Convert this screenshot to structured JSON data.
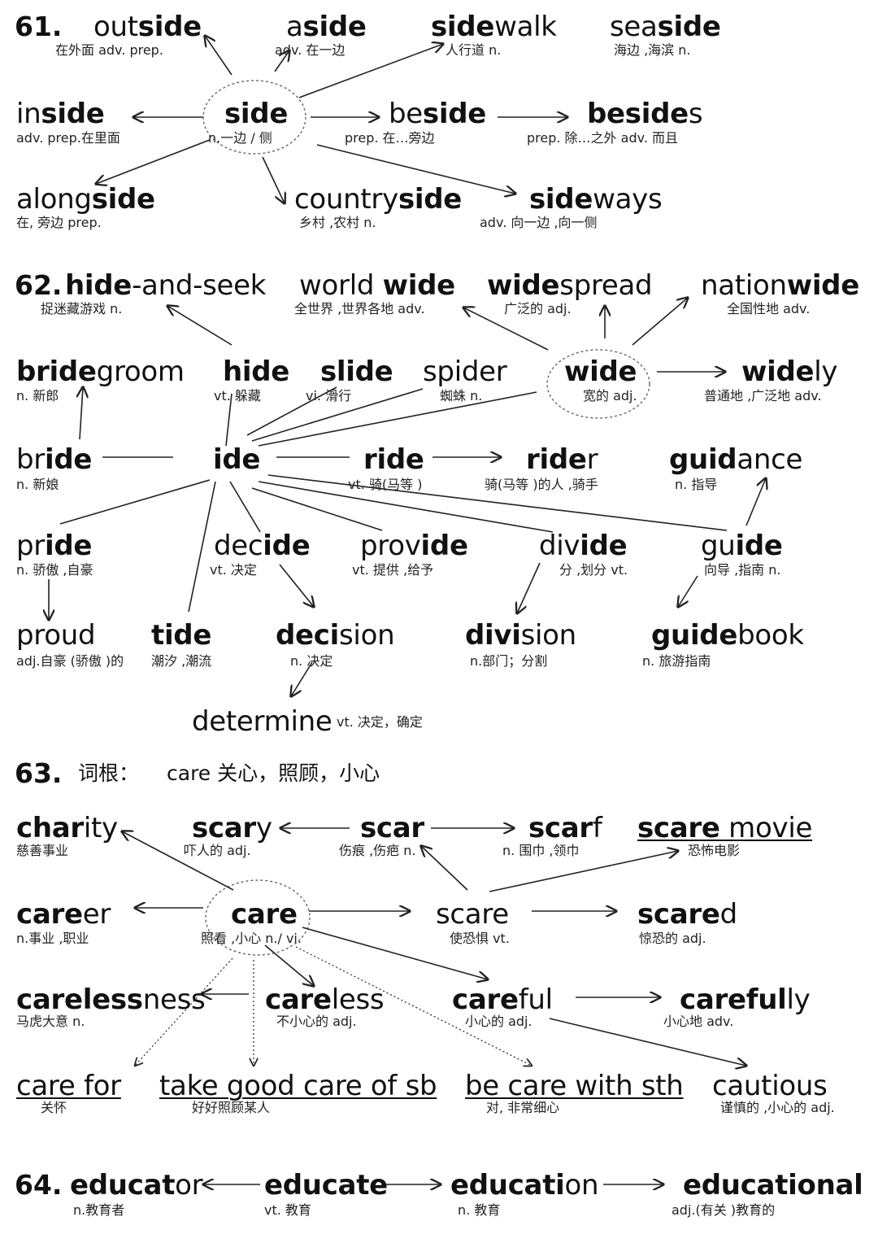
{
  "sections": [
    {
      "num": "61.",
      "words": [
        {
          "id": "outside",
          "parts": [
            [
              "out",
              0
            ],
            [
              "side",
              1
            ]
          ],
          "gloss": "在外面   adv. prep."
        },
        {
          "id": "aside",
          "parts": [
            [
              "a",
              0
            ],
            [
              "side",
              1
            ]
          ],
          "gloss": "adv.  在一边"
        },
        {
          "id": "sidewalk",
          "parts": [
            [
              "side",
              1
            ],
            [
              "walk",
              0
            ]
          ],
          "gloss": "人行道   n."
        },
        {
          "id": "seaside",
          "parts": [
            [
              "sea",
              0
            ],
            [
              "side",
              1
            ]
          ],
          "gloss": "海边 ,海滨   n."
        },
        {
          "id": "inside",
          "parts": [
            [
              "in",
              0
            ],
            [
              "side",
              1
            ]
          ],
          "gloss": "adv. prep.在里面"
        },
        {
          "id": "side",
          "parts": [
            [
              "side",
              1
            ]
          ],
          "gloss": "n.一边 / 侧"
        },
        {
          "id": "beside",
          "parts": [
            [
              "be",
              0
            ],
            [
              "side",
              1
            ]
          ],
          "gloss": "prep.   在…旁边"
        },
        {
          "id": "besides",
          "parts": [
            [
              "beside",
              1
            ],
            [
              "s",
              0
            ]
          ],
          "gloss": "prep.  除…之外   adv.  而且"
        },
        {
          "id": "alongside",
          "parts": [
            [
              "along",
              0
            ],
            [
              "side",
              1
            ]
          ],
          "gloss": "在, 旁边     prep."
        },
        {
          "id": "countryside",
          "parts": [
            [
              "country",
              0
            ],
            [
              "side",
              1
            ]
          ],
          "gloss": "乡村 ,农村   n."
        },
        {
          "id": "sideways",
          "parts": [
            [
              "side",
              1
            ],
            [
              "ways",
              0
            ]
          ],
          "gloss": "adv.  向一边 ,向一侧"
        }
      ]
    },
    {
      "num": "62.",
      "words": [
        {
          "id": "hide-and-seek",
          "parts": [
            [
              "hide",
              1
            ],
            [
              "-and-seek",
              0
            ]
          ],
          "gloss": "捉迷藏游戏     n."
        },
        {
          "id": "world-wide",
          "parts": [
            [
              "world ",
              0
            ],
            [
              "wide",
              1
            ]
          ],
          "gloss": "全世界 ,世界各地    adv."
        },
        {
          "id": "widespread",
          "parts": [
            [
              "wide",
              1
            ],
            [
              "spread",
              0
            ]
          ],
          "gloss": "广泛的     adj."
        },
        {
          "id": "nationwide",
          "parts": [
            [
              "nation",
              0
            ],
            [
              "wide",
              1
            ]
          ],
          "gloss": "全国性地    adv."
        },
        {
          "id": "bridegroom",
          "parts": [
            [
              "bride",
              1
            ],
            [
              "groom",
              0
            ]
          ],
          "gloss": "n.  新郎"
        },
        {
          "id": "hide",
          "parts": [
            [
              "hide",
              1
            ]
          ],
          "gloss": "vt.  躲藏"
        },
        {
          "id": "slide",
          "parts": [
            [
              "slide",
              1
            ]
          ],
          "gloss": "vi.  滑行"
        },
        {
          "id": "spider",
          "parts": [
            [
              "spider",
              0
            ]
          ],
          "gloss": "蜘蛛  n."
        },
        {
          "id": "wide",
          "parts": [
            [
              "wide",
              1
            ]
          ],
          "gloss": "宽的    adj."
        },
        {
          "id": "widely",
          "parts": [
            [
              "wide",
              1
            ],
            [
              "ly",
              0
            ]
          ],
          "gloss": "普通地 ,广泛地    adv."
        },
        {
          "id": "bride",
          "parts": [
            [
              "br",
              0
            ],
            [
              "ide",
              1
            ]
          ],
          "gloss": "n.  新娘"
        },
        {
          "id": "ide",
          "parts": [
            [
              "ide",
              1
            ]
          ],
          "gloss": ""
        },
        {
          "id": "ride",
          "parts": [
            [
              "ride",
              1
            ]
          ],
          "gloss": "vt.  骑(马等 )"
        },
        {
          "id": "rider",
          "parts": [
            [
              "ride",
              1
            ],
            [
              "r",
              0
            ]
          ],
          "gloss": "骑(马等 )的人 ,骑手"
        },
        {
          "id": "guidance",
          "parts": [
            [
              "guid",
              1
            ],
            [
              "ance",
              0
            ]
          ],
          "gloss": "n.  指导"
        },
        {
          "id": "pride",
          "parts": [
            [
              "pr",
              0
            ],
            [
              "ide",
              1
            ]
          ],
          "gloss": "n.  骄傲 ,自豪"
        },
        {
          "id": "decide",
          "parts": [
            [
              "dec",
              0
            ],
            [
              "ide",
              1
            ]
          ],
          "gloss": "vt.   决定"
        },
        {
          "id": "provide",
          "parts": [
            [
              "prov",
              0
            ],
            [
              "ide",
              1
            ]
          ],
          "gloss": "vt. 提供 ,给予"
        },
        {
          "id": "divide",
          "parts": [
            [
              "div",
              0
            ],
            [
              "ide",
              1
            ]
          ],
          "gloss": "分 ,划分   vt."
        },
        {
          "id": "guide",
          "parts": [
            [
              "gu",
              0
            ],
            [
              "ide",
              1
            ]
          ],
          "gloss": "向导 ,指南    n."
        },
        {
          "id": "proud",
          "parts": [
            [
              "proud",
              0
            ]
          ],
          "gloss": "adj.自豪 (骄傲 )的"
        },
        {
          "id": "tide",
          "parts": [
            [
              "tide",
              1
            ]
          ],
          "gloss": "潮汐 ,潮流"
        },
        {
          "id": "decision",
          "parts": [
            [
              "deci",
              1
            ],
            [
              "sion",
              0
            ]
          ],
          "gloss": "n.  决定"
        },
        {
          "id": "division",
          "parts": [
            [
              "divi",
              1
            ],
            [
              "sion",
              0
            ]
          ],
          "gloss": "n.部门；分割"
        },
        {
          "id": "guidebook",
          "parts": [
            [
              "guide",
              1
            ],
            [
              "book",
              0
            ]
          ],
          "gloss": "n.  旅游指南"
        },
        {
          "id": "determine",
          "parts": [
            [
              "determine",
              0
            ]
          ],
          "gloss": "vt.  决定，确定"
        }
      ]
    },
    {
      "num": "63.",
      "root_label": "词根：",
      "root_text": "care 关心，照顾，小心",
      "words": [
        {
          "id": "charity",
          "parts": [
            [
              "char",
              1
            ],
            [
              "ity",
              0
            ]
          ],
          "gloss": "慈善事业"
        },
        {
          "id": "scary",
          "parts": [
            [
              "scar",
              1
            ],
            [
              "y",
              0
            ]
          ],
          "gloss": "吓人的    adj."
        },
        {
          "id": "scar",
          "parts": [
            [
              "scar",
              1
            ]
          ],
          "gloss": "伤痕 ,伤疤   n."
        },
        {
          "id": "scarf",
          "parts": [
            [
              "scar",
              1
            ],
            [
              "f",
              0
            ]
          ],
          "gloss": "n.  围巾 ,领巾"
        },
        {
          "id": "scare-movie",
          "parts": [
            [
              "scare",
              1
            ],
            [
              " movie",
              0
            ]
          ],
          "gloss": "恐怖电影",
          "underline": true
        },
        {
          "id": "career",
          "parts": [
            [
              "care",
              1
            ],
            [
              "er",
              0
            ]
          ],
          "gloss": "n.事业 ,职业"
        },
        {
          "id": "care",
          "parts": [
            [
              "care",
              1
            ]
          ],
          "gloss": "照看 ,小心   n./ vi."
        },
        {
          "id": "scare",
          "parts": [
            [
              "scare",
              0
            ]
          ],
          "gloss": "使恐惧    vt."
        },
        {
          "id": "scared",
          "parts": [
            [
              "scare",
              1
            ],
            [
              "d",
              0
            ]
          ],
          "gloss": "惊恐的    adj."
        },
        {
          "id": "carelessness",
          "parts": [
            [
              "careless",
              1
            ],
            [
              "ness",
              0
            ]
          ],
          "gloss": "马虎大意    n."
        },
        {
          "id": "careless",
          "parts": [
            [
              "care",
              1
            ],
            [
              "less",
              0
            ]
          ],
          "gloss": "不小心的    adj."
        },
        {
          "id": "careful",
          "parts": [
            [
              "care",
              1
            ],
            [
              "ful",
              0
            ]
          ],
          "gloss": "小心的  adj."
        },
        {
          "id": "carefully",
          "parts": [
            [
              "careful",
              1
            ],
            [
              "ly",
              0
            ]
          ],
          "gloss": "小心地   adv."
        },
        {
          "id": "care-for",
          "parts": [
            [
              "care for",
              0
            ]
          ],
          "gloss": "关怀",
          "underline": true
        },
        {
          "id": "take-good-care",
          "parts": [
            [
              "take good care of sb",
              0
            ]
          ],
          "gloss": "好好照顾某人",
          "underline": true
        },
        {
          "id": "be-care-with",
          "parts": [
            [
              "be care with sth",
              0
            ]
          ],
          "gloss": "对, 非常细心",
          "underline": true
        },
        {
          "id": "cautious",
          "parts": [
            [
              "cautious",
              0
            ]
          ],
          "gloss": "谨慎的 ,小心的    adj."
        }
      ]
    },
    {
      "num": "64.",
      "words": [
        {
          "id": "educator",
          "parts": [
            [
              "educat",
              1
            ],
            [
              "or",
              0
            ]
          ],
          "gloss": "n.教育者"
        },
        {
          "id": "educate",
          "parts": [
            [
              "educate",
              1
            ]
          ],
          "gloss": "vt.   教育"
        },
        {
          "id": "education",
          "parts": [
            [
              "educati",
              1
            ],
            [
              "on",
              0
            ]
          ],
          "gloss": "n.   教育"
        },
        {
          "id": "educational",
          "parts": [
            [
              "educational",
              1
            ]
          ],
          "gloss": "adj.(有关 )教育的"
        }
      ]
    }
  ]
}
